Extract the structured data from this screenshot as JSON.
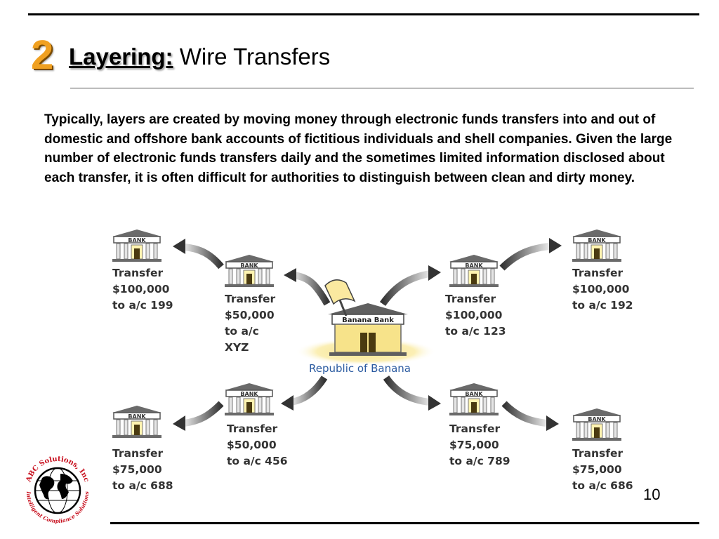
{
  "slide": {
    "number": "2",
    "title_em": "Layering:",
    "title_rest": "Wire Transfers",
    "body": "Typically, layers are created by moving money through electronic funds transfers into and out of domestic and offshore bank accounts of fictitious individuals and shell companies. Given the large number of electronic funds transfers daily and the sometimes limited information disclosed about each transfer, it is often difficult for authorities to distinguish between clean and dirty money.",
    "page_number": "10"
  },
  "diagram": {
    "bank_sign": "BANK",
    "central_bank": "Banana Bank",
    "country": "Republic of Banana",
    "transfers": [
      {
        "id": "t1",
        "text": "Transfer\n$100,000\nto a/c 199"
      },
      {
        "id": "t2",
        "text": "Transfer\n$50,000\nto a/c\nXYZ"
      },
      {
        "id": "t3",
        "text": "Transfer\n$100,000\nto a/c 123"
      },
      {
        "id": "t4",
        "text": "Transfer\n$100,000\nto a/c 192"
      },
      {
        "id": "t5",
        "text": "Transfer\n$75,000\nto a/c 688"
      },
      {
        "id": "t6",
        "text": "Transfer\n$50,000\nto a/c 456"
      },
      {
        "id": "t7",
        "text": "Transfer\n$75,000\nto a/c 789"
      },
      {
        "id": "t8",
        "text": "Transfer\n$75,000\nto a/c 686"
      }
    ]
  },
  "logo": {
    "top_text": "ABC Solutions, Inc",
    "bottom_text": "Intelligent Compliance Solutions"
  },
  "colors": {
    "accent": "#F0A020",
    "bank_roof": "#7a7a7a",
    "bank_sign": "#ffffff",
    "door": "#4a3a10",
    "country_text": "#2a5aa0",
    "island": "#F7E38A"
  }
}
